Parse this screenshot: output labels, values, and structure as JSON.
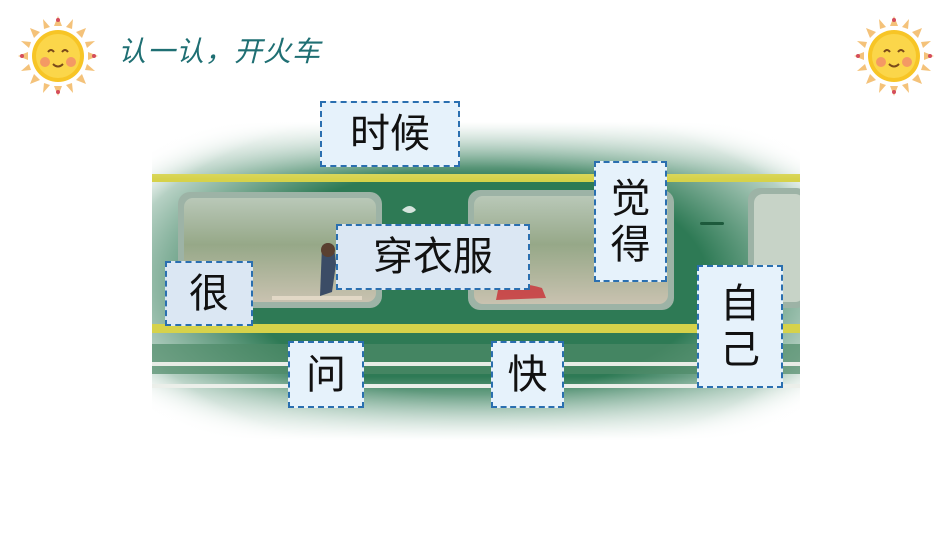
{
  "title": "认一认，开火车",
  "cards": {
    "shihou": "时候",
    "chuanyifu": "穿衣服",
    "hen": "很",
    "jue": "觉",
    "de": "得",
    "zi": "自",
    "ji": "己",
    "wen": "问",
    "kuai": "快"
  }
}
